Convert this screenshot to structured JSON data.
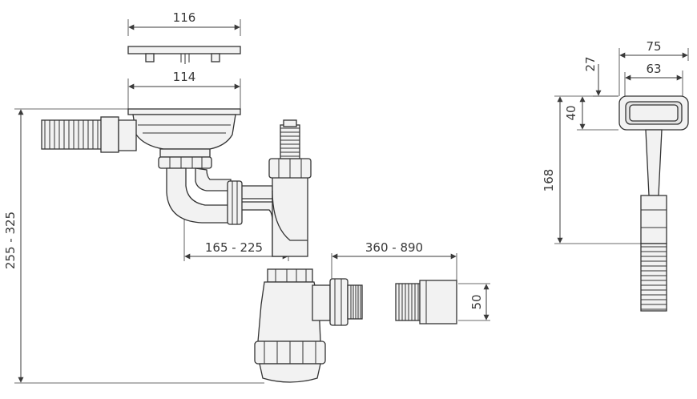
{
  "dimensions": {
    "grid_width": "116",
    "strainer_width": "114",
    "total_height": "255 - 325",
    "horizontal_offset": "165 - 225",
    "extension_length": "360 - 890",
    "outlet_diameter": "50",
    "overflow_outer_width": "75",
    "overflow_inner_width": "63",
    "overflow_depth": "27",
    "overflow_height": "40",
    "overflow_total_height": "168"
  },
  "colors": {
    "line": "#333333",
    "fill": "#f2f2f2",
    "background": "#ffffff"
  }
}
